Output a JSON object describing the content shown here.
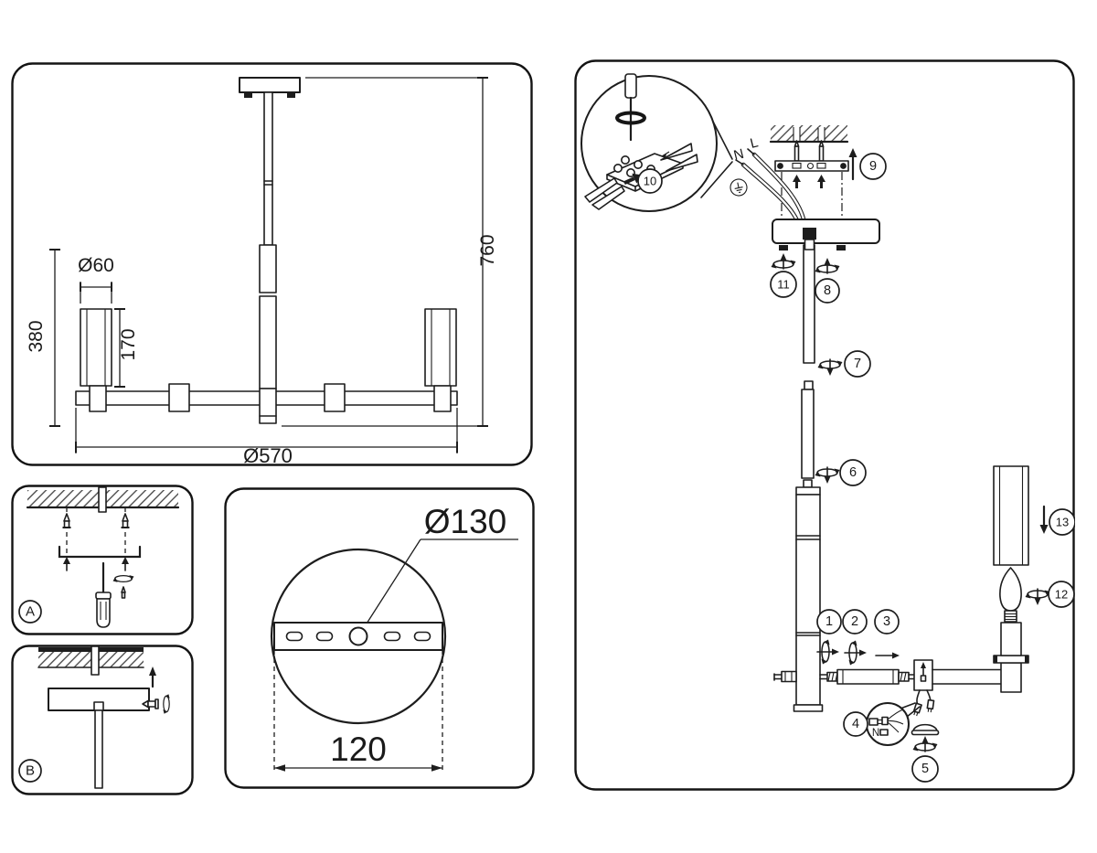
{
  "panels": {
    "dimensions": {
      "shade_diameter": "Ø60",
      "body_height": "380",
      "shade_height": "170",
      "overall_height": "760",
      "overall_diameter": "Ø570"
    },
    "mount_step_a": {
      "label": "A"
    },
    "mount_step_b": {
      "label": "B"
    },
    "canopy_detail": {
      "bracket_diameter": "Ø130",
      "mount_hole_spacing": "120"
    },
    "assembly": {
      "steps": [
        "1",
        "2",
        "3",
        "4",
        "5",
        "6",
        "7",
        "8",
        "9",
        "10",
        "11",
        "12",
        "13"
      ],
      "wire_labels": {
        "neutral": "N",
        "line": "L",
        "detail_neutral": "N"
      }
    }
  },
  "icons": {
    "screwdriver": "screwdriver-icon",
    "ground": "ground-symbol-icon",
    "rotate": "rotate-icon",
    "arrow_up": "arrow-up-icon",
    "arrow_down": "arrow-down-icon",
    "arrow_right": "arrow-right-icon",
    "terminal_block": "terminal-block-icon"
  },
  "colors": {
    "line": "#1d1d1d",
    "background": "#ffffff"
  }
}
